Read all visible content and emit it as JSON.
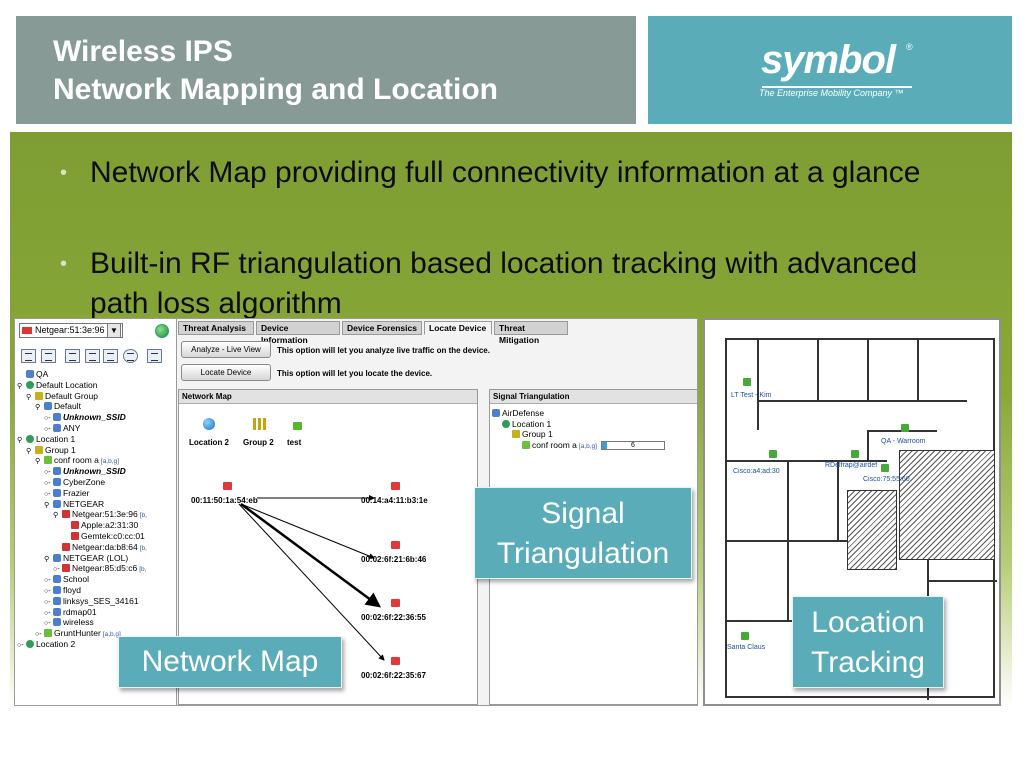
{
  "header": {
    "title_line1": "Wireless IPS",
    "title_line2": "Network Mapping and Location"
  },
  "logo": {
    "word": "symbol",
    "reg": "®",
    "tagline": "The Enterprise Mobility Company ™"
  },
  "bullets": [
    {
      "dot": "•",
      "text": "Network Map providing full connectivity information at a glance"
    },
    {
      "dot": "•",
      "text": "Built-in RF triangulation based location tracking with advanced path loss algorithm"
    }
  ],
  "app": {
    "selector": {
      "value": "Netgear:51:3e:96",
      "dropdown": "▼"
    },
    "tree": [
      {
        "label": "QA",
        "icon": "b",
        "indent": 0,
        "exp": ""
      },
      {
        "label": "Default Location",
        "icon": "g",
        "indent": 0,
        "exp": "⚲"
      },
      {
        "label": "Default Group",
        "icon": "y",
        "indent": 1,
        "exp": "⚲"
      },
      {
        "label": "Default",
        "icon": "b",
        "indent": 2,
        "exp": "⚲"
      },
      {
        "label": "Unknown_SSID",
        "icon": "b",
        "indent": 3,
        "exp": "○-",
        "italic": true
      },
      {
        "label": "ANY",
        "icon": "b",
        "indent": 3,
        "exp": "○-"
      },
      {
        "label": "Location 1",
        "icon": "g",
        "indent": 0,
        "exp": "⚲"
      },
      {
        "label": "Group 1",
        "icon": "y",
        "indent": 1,
        "exp": "⚲"
      },
      {
        "label": "conf room a",
        "suffix": "[a,b,g]",
        "icon": "gr",
        "indent": 2,
        "exp": "⚲"
      },
      {
        "label": "Unknown_SSID",
        "icon": "b",
        "indent": 3,
        "exp": "○-",
        "italic": true
      },
      {
        "label": "CyberZone",
        "icon": "b",
        "indent": 3,
        "exp": "○-"
      },
      {
        "label": "Frazier",
        "icon": "b",
        "indent": 3,
        "exp": "○-"
      },
      {
        "label": "NETGEAR",
        "icon": "b",
        "indent": 3,
        "exp": "⚲"
      },
      {
        "label": "Netgear:51:3e:96",
        "suffix": "[b,",
        "icon": "r",
        "indent": 4,
        "exp": "⚲"
      },
      {
        "label": "Apple:a2:31:30",
        "icon": "r",
        "indent": 5,
        "exp": ""
      },
      {
        "label": "Gemtek:c0:cc:01",
        "icon": "r",
        "indent": 5,
        "exp": ""
      },
      {
        "label": "Netgear:da:b8:64",
        "suffix": "[b,",
        "icon": "r",
        "indent": 4,
        "exp": ""
      },
      {
        "label": "NETGEAR (LOL)",
        "icon": "b",
        "indent": 3,
        "exp": "⚲"
      },
      {
        "label": "Netgear:85:d5:c6",
        "suffix": "[b,",
        "icon": "r",
        "indent": 4,
        "exp": "○-"
      },
      {
        "label": "School",
        "icon": "b",
        "indent": 3,
        "exp": "○-"
      },
      {
        "label": "floyd",
        "icon": "b",
        "indent": 3,
        "exp": "○-"
      },
      {
        "label": "linksys_SES_34161",
        "icon": "b",
        "indent": 3,
        "exp": "○-"
      },
      {
        "label": "rdmap01",
        "icon": "b",
        "indent": 3,
        "exp": "○-"
      },
      {
        "label": "wireless",
        "icon": "b",
        "indent": 3,
        "exp": "○-"
      },
      {
        "label": "GruntHunter",
        "suffix": "[a,b,g]",
        "icon": "gr",
        "indent": 2,
        "exp": "○-"
      },
      {
        "label": "Location 2",
        "icon": "g",
        "indent": 0,
        "exp": "○-"
      }
    ],
    "tabs": [
      "Threat Analysis",
      "Device Information",
      "Device Forensics",
      "Locate Device",
      "Threat Mitigation"
    ],
    "active_tab": 3,
    "analyze_button": "Analyze - Live View",
    "analyze_desc": "This option will let you analyze live traffic on the device.",
    "locate_button": "Locate Device",
    "locate_desc": "This option will let you locate the device.",
    "network_map": {
      "header": "Network Map",
      "top_nodes": [
        {
          "label": "Location 2",
          "kind": "globe"
        },
        {
          "label": "Group 2",
          "kind": "group"
        },
        {
          "label": "test",
          "kind": "ap"
        }
      ],
      "source": "00:11:50:1a:54:eb",
      "targets": [
        "00:14:a4:11:b3:1e",
        "00:02:6f:21:6b:46",
        "00:02:6f:22:36:55",
        "00:02:6f:22:35:67"
      ]
    },
    "signal_triangulation": {
      "header": "Signal Triangulation",
      "tree": [
        {
          "label": "AirDefense",
          "indent": 0,
          "icon": "b"
        },
        {
          "label": "Location 1",
          "indent": 1,
          "icon": "g"
        },
        {
          "label": "Group 1",
          "indent": 2,
          "icon": "y"
        },
        {
          "label": "conf room a",
          "suffix": "[a,b,g]",
          "indent": 3,
          "icon": "gr",
          "value": "6"
        }
      ]
    }
  },
  "floorplan": {
    "labels": [
      "LT Test - Kim",
      "QA - Warroom",
      "Cisco:a4:ad:30",
      "RDelfrap@airdef",
      "Cisco:75:55:60",
      "Santa Claus"
    ]
  },
  "callouts": {
    "signal": [
      "Signal",
      "Triangulation"
    ],
    "network": "Network Map",
    "location": [
      "Location",
      "Tracking"
    ]
  }
}
